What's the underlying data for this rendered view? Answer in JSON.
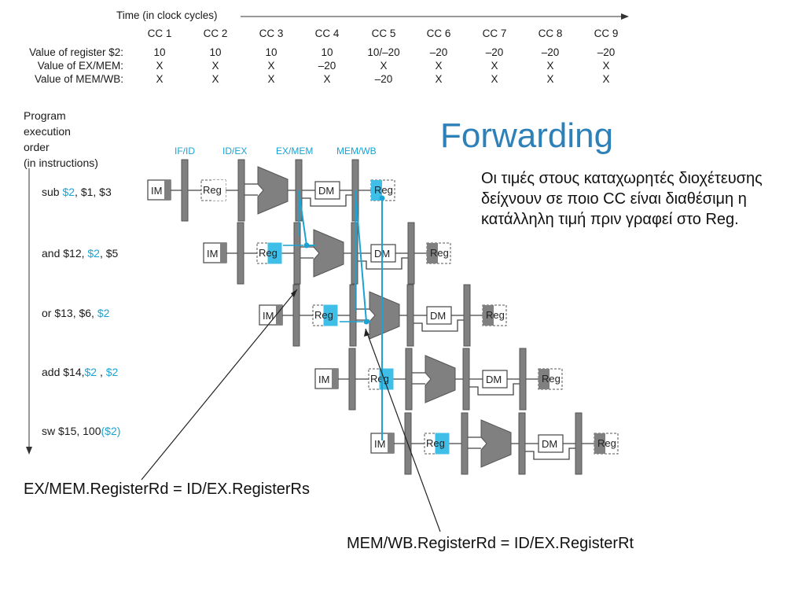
{
  "timeline": {
    "label": "Time (in clock cycles)",
    "cycles": [
      "CC 1",
      "CC 2",
      "CC 3",
      "CC 4",
      "CC 5",
      "CC 6",
      "CC 7",
      "CC 8",
      "CC 9"
    ],
    "rows": [
      {
        "label": "Value of register $2:",
        "values": [
          "10",
          "10",
          "10",
          "10",
          "10/–20",
          "–20",
          "–20",
          "–20",
          "–20"
        ]
      },
      {
        "label": "Value of EX/MEM:",
        "values": [
          "X",
          "X",
          "X",
          "–20",
          "X",
          "X",
          "X",
          "X",
          "X"
        ]
      },
      {
        "label": "Value of MEM/WB:",
        "values": [
          "X",
          "X",
          "X",
          "X",
          "–20",
          "X",
          "X",
          "X",
          "X"
        ]
      }
    ]
  },
  "program_label": {
    "line1": "Program",
    "line2": "execution",
    "line3": "order",
    "line4": "(in instructions)"
  },
  "stages": {
    "if_id": "IF/ID",
    "id_ex": "ID/EX",
    "ex_mem": "EX/MEM",
    "mem_wb": "MEM/WB"
  },
  "instructions": [
    {
      "parts": [
        {
          "t": "sub ",
          "hl": false
        },
        {
          "t": "$2",
          "hl": true
        },
        {
          "t": ", $1, $3",
          "hl": false
        }
      ]
    },
    {
      "parts": [
        {
          "t": "and $12,  ",
          "hl": false
        },
        {
          "t": "$2",
          "hl": true
        },
        {
          "t": ", $5",
          "hl": false
        }
      ]
    },
    {
      "parts": [
        {
          "t": "or $13, $6, ",
          "hl": false
        },
        {
          "t": "$2",
          "hl": true
        }
      ]
    },
    {
      "parts": [
        {
          "t": "add $14,",
          "hl": false
        },
        {
          "t": "$2",
          "hl": true
        },
        {
          "t": " , ",
          "hl": false
        },
        {
          "t": "$2",
          "hl": true
        }
      ]
    },
    {
      "parts": [
        {
          "t": "sw $15, 100",
          "hl": false
        },
        {
          "t": "($2)",
          "hl": true
        }
      ]
    }
  ],
  "block_labels": {
    "im": "IM",
    "reg": "Reg",
    "dm": "DM"
  },
  "title": "Forwarding",
  "description": "Οι τιμές στους καταχωρητές διοχέτευσης  δείχνουν σε ποιο CC είναι διαθέσιμη η κατάλληλη τιμή πριν γραφεί στο Reg.",
  "conditions": {
    "ex_mem": "EX/MEM.RegisterRd = ID/EX.RegisterRs",
    "mem_wb": "MEM/WB.RegisterRd = ID/EX.RegisterRt"
  },
  "colors": {
    "forward": "#1aa3d4",
    "highlight": "#3fbfe8",
    "unit": "#808080",
    "text": "#1a1a1a",
    "title": "#2e80b8"
  }
}
